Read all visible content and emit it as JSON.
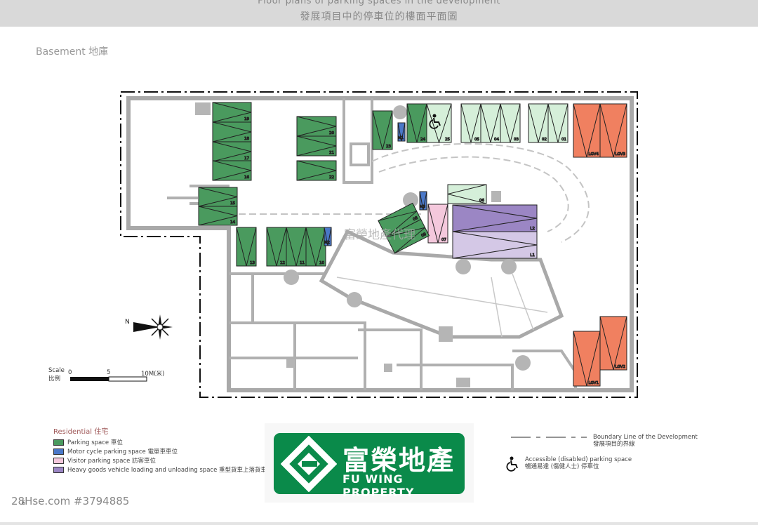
{
  "header": {
    "title_en": "Floor plans of parking spaces in the development",
    "title_zh": "發展項目中的停車位的樓面平面圖"
  },
  "floor_label": "Basement 地庫",
  "plan": {
    "overlay_text": "富榮地產代理",
    "north_label": "N",
    "parking_numbers": [
      "19",
      "18",
      "17",
      "16",
      "20",
      "21",
      "22",
      "15",
      "14",
      "13",
      "12",
      "11",
      "10",
      "23",
      "24",
      "25",
      "05",
      "04",
      "03",
      "02",
      "01",
      "06",
      "07",
      "08",
      "09"
    ],
    "motorcycle_numbers": [
      "M2",
      "M1",
      "M3"
    ],
    "goods_labels": [
      "L2",
      "L1"
    ],
    "lgv_labels": [
      "LGV4",
      "LGV3",
      "LGV2",
      "LGV1"
    ]
  },
  "scale": {
    "label_en": "Scale",
    "label_zh": "比例",
    "tick_0": "0",
    "tick_5": "5",
    "tick_10": "10M(米)"
  },
  "legend": {
    "heading": "Residential 住宅",
    "items": [
      {
        "label": "Parking space 車位",
        "color": "#4a9a5e"
      },
      {
        "label": "Motor cycle parking space 電單車車位",
        "color": "#4a78c8"
      },
      {
        "label": "Visitor parking space 訪客車位",
        "color": "#f4c8dc"
      },
      {
        "label": "Heavy goods vehicle loading and unloading space 重型貨車上落貨車位",
        "color": "#9b86c4"
      }
    ]
  },
  "boundary": {
    "en": "Boundary Line of the Development",
    "zh": "發展項目的界線"
  },
  "accessible": {
    "en": "Accessible (disabled) parking space",
    "zh": "暢通易達 (傷健人士) 停車位"
  },
  "logo": {
    "zh": "富榮地產",
    "en": "FU WING PROPERTY"
  },
  "watermark": "28Hse.com #3794885",
  "page_number": "6",
  "colors": {
    "parking": "#4a9a5e",
    "motorcycle": "#4a78c8",
    "visitor": "#f4c8dc",
    "goods": "#9b86c4",
    "lgv": "#f08060",
    "pale": "#d5efd9",
    "wall": "#a9a9a9",
    "brand": "#0a8a4a"
  }
}
